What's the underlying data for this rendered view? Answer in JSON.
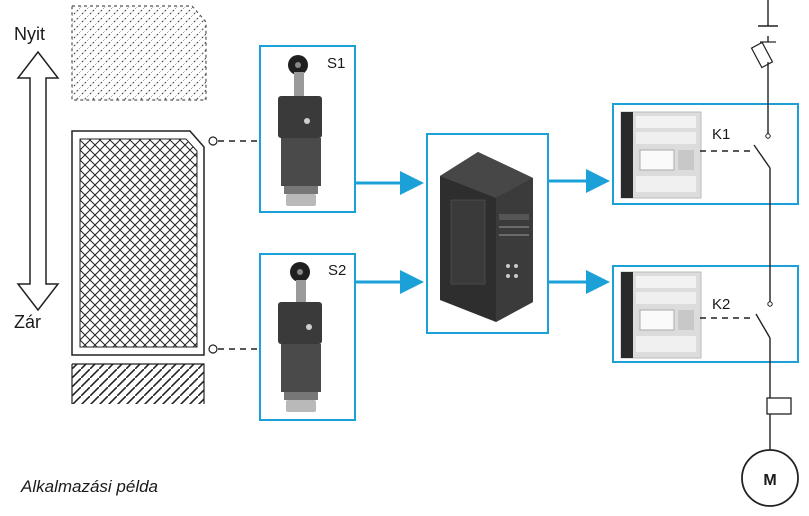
{
  "labels": {
    "open": "Nyit",
    "closed": "Zár",
    "caption": "Alkalmazási példa"
  },
  "switches": [
    {
      "id": "S1"
    },
    {
      "id": "S2"
    }
  ],
  "contactors": [
    {
      "id": "K1"
    },
    {
      "id": "K2"
    }
  ],
  "motor": {
    "label": "M"
  },
  "colors": {
    "accent": "#1ba1d8",
    "line": "#1a1a1a",
    "device_dark": "#2e2e2e",
    "device_light": "#ececec"
  },
  "icons": [
    "double-arrow-icon",
    "hatched-guard-icon",
    "limit-switch-icon",
    "safety-relay-icon",
    "contactor-icon",
    "fuse-icon",
    "motor-icon"
  ]
}
